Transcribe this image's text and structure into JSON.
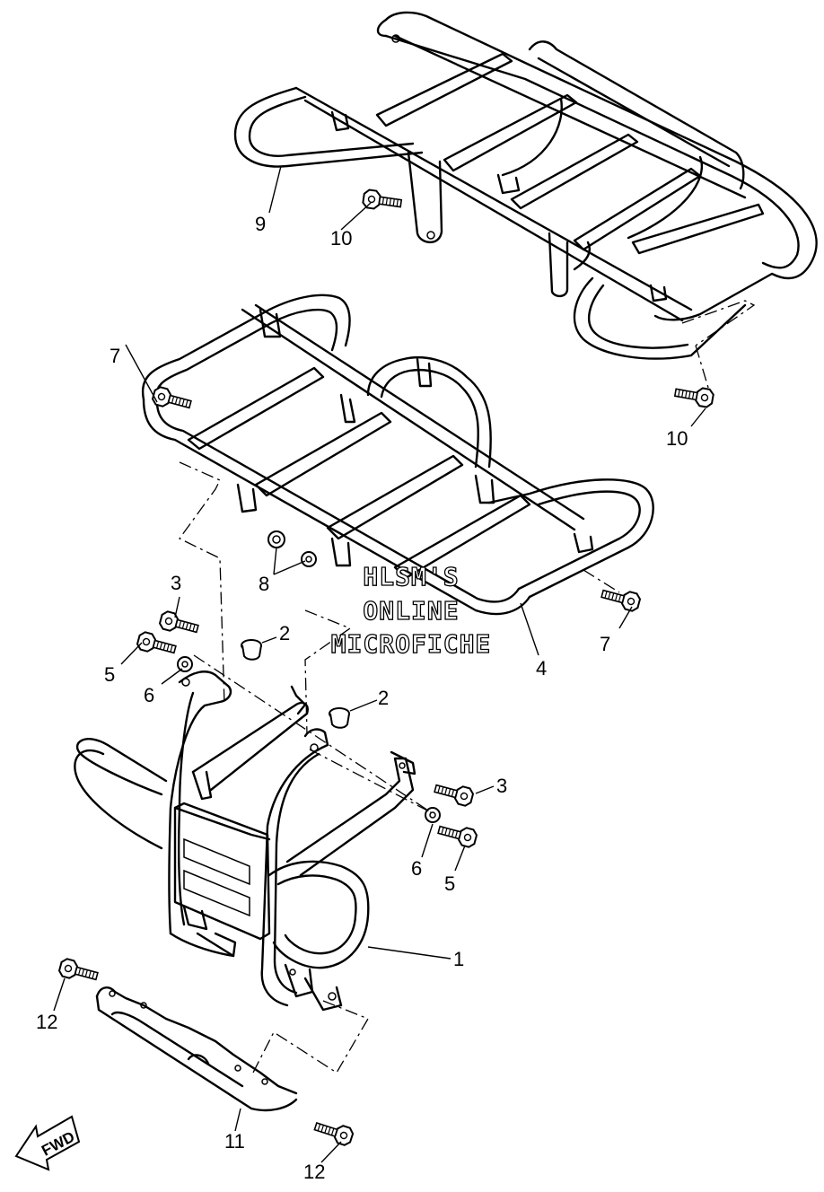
{
  "watermark": {
    "line1": "HLSM'S",
    "line2": "ONLINE",
    "line3": "MICROFICHE"
  },
  "fwd_label": "FWD",
  "callouts": {
    "c1": "1",
    "c2a": "2",
    "c2b": "2",
    "c3a": "3",
    "c3b": "3",
    "c4": "4",
    "c5a": "5",
    "c5b": "5",
    "c6a": "6",
    "c6b": "6",
    "c7a": "7",
    "c7b": "7",
    "c8": "8",
    "c9": "9",
    "c10a": "10",
    "c10b": "10",
    "c11": "11",
    "c12a": "12",
    "c12b": "12"
  }
}
